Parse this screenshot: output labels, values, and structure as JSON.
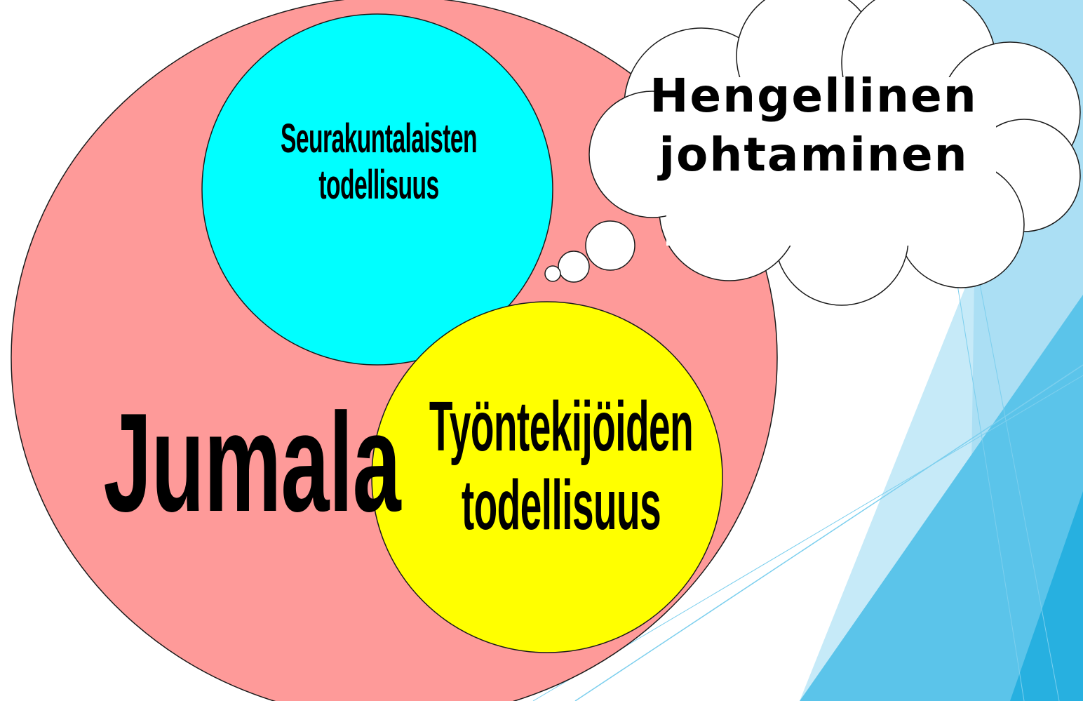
{
  "diagram": {
    "outer_circle": {
      "label": "Jumala",
      "color": "#fe9a99"
    },
    "top_circle": {
      "line1": "Seurakuntalaisten",
      "line2": "todellisuus",
      "color": "#00ffff"
    },
    "bottom_circle": {
      "line1": "Työntekijöiden",
      "line2": "todellisuus",
      "color": "#ffff00"
    },
    "thought_bubble": {
      "line1": "Hengellinen",
      "line2": "johtaminen",
      "color": "#ffffff"
    }
  },
  "theme": {
    "accent_light": "#c6eaf8",
    "accent_mid": "#5bc4ea",
    "accent_dark": "#27b0e0"
  }
}
